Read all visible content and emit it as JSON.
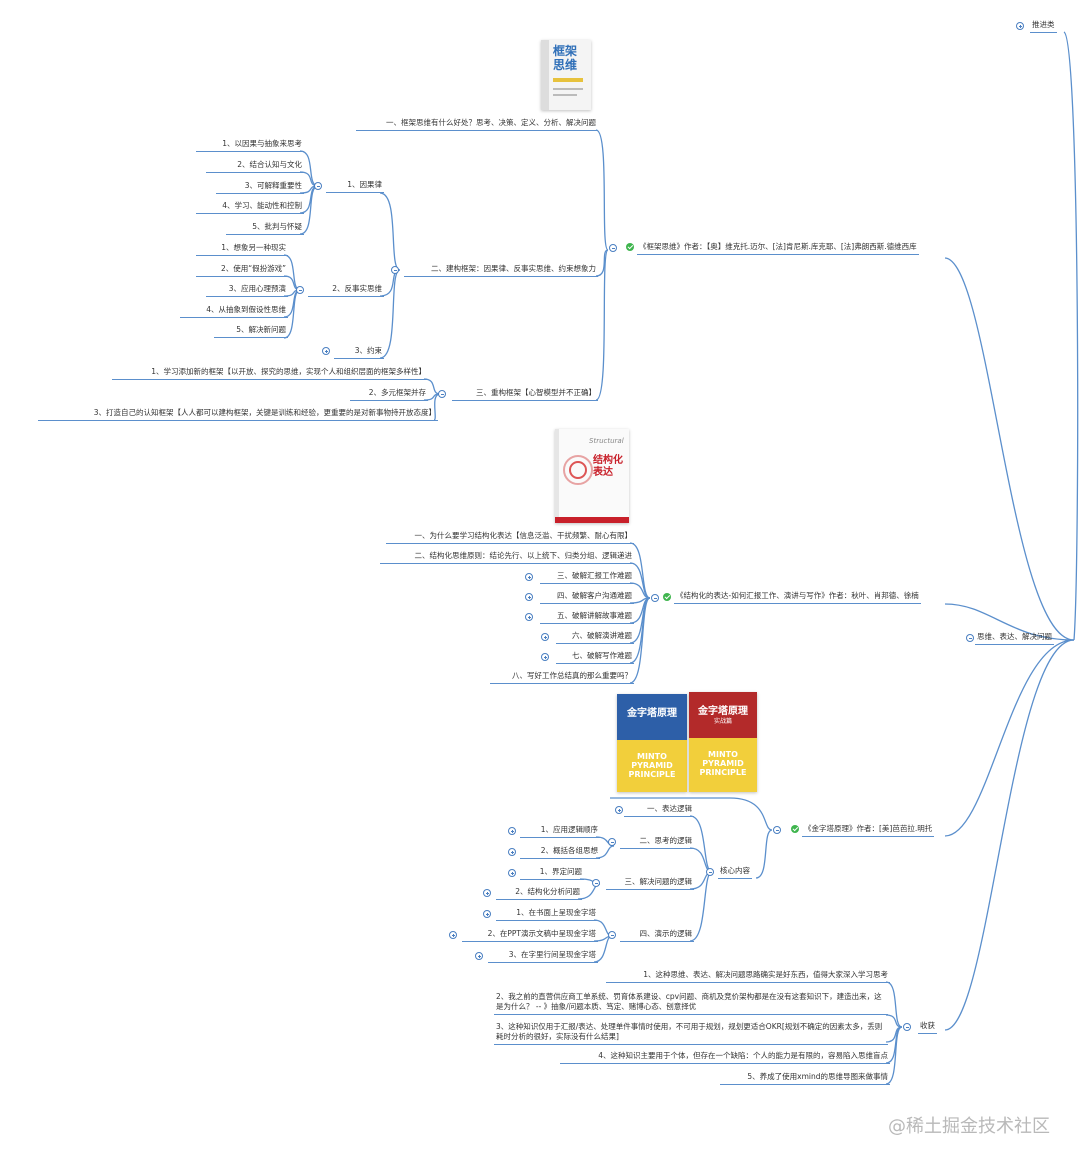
{
  "central": {
    "label": "思维、表达、解决问题"
  },
  "top_node": {
    "label": "推进类"
  },
  "book1": {
    "title": "《框架思维》作者：【奥】维克托.迈尔、[法]肯尼斯.库克耶、[法]弗朗西斯.德维西库",
    "cover_title": "框架\n思维",
    "cover_color": "#2f6fb8",
    "q1": "一、框架思维有什么好处？思考、决策、定义、分析、解决问题",
    "q2": "二、建构框架：因果律、反事实思维、约束想象力",
    "q2_1": "1、因果律",
    "q2_1_items": [
      "1、以因果与抽象来思考",
      "2、结合认知与文化",
      "3、可解释重要性",
      "4、学习、能动性和控制",
      "5、批判与怀疑"
    ],
    "q2_2": "2、反事实思维",
    "q2_2_items": [
      "1、想象另一种现实",
      "2、使用“假扮游戏”",
      "3、应用心理预演",
      "4、从抽象到假设性思维",
      "5、解决新问题"
    ],
    "q2_3": "3、约束",
    "q3": "三、重构框架【心智模型并不正确】",
    "q3_items": [
      "1、学习添加新的框架【以开放、探究的思维，实现个人和组织层面的框架多样性】",
      "2、多元框架并存",
      "3、打造自己的认知框架【人人都可以建构框架，关键是训练和经验，更重要的是对新事物持开放态度】"
    ]
  },
  "book2": {
    "title": "《结构化的表达-如何汇报工作、演讲与写作》作者：秋叶、肖邦德、徐楠",
    "cover_title": "结构化\n表达",
    "cover_sub": "Structural",
    "cover_color": "#c8202a",
    "items": [
      "一、为什么要学习结构化表达【信息泛滥、干扰频繁、耐心有限】",
      "二、结构化思维原则：结论先行、以上统下、归类分组、逻辑递进",
      "三、破解汇报工作难题",
      "四、破解客户沟通难题",
      "五、破解讲解故事难题",
      "六、破解演讲难题",
      "七、破解写作难题",
      "八、写好工作总结真的那么重要吗？"
    ]
  },
  "book3": {
    "title": "《金字塔原理》作者：[美]芭芭拉.明托",
    "cover_left": "金字塔原理",
    "cover_right": "金字塔原理",
    "cover_right_sub": "实战篇",
    "cover_en": "MINTO\nPYRAMID\nPRINCIPLE",
    "cover_color_left": "#2d5fa8",
    "cover_color_right": "#b32a2a",
    "core": "核心内容",
    "c1": "一、表达逻辑",
    "c2": "二、思考的逻辑",
    "c2_items": [
      "1、应用逻辑顺序",
      "2、概括各组思想"
    ],
    "c3": "三、解决问题的逻辑",
    "c3_items": [
      "1、界定问题",
      "2、结构化分析问题"
    ],
    "c4": "四、演示的逻辑",
    "c4_items": [
      "1、在书面上呈现金字塔",
      "2、在PPT演示文稿中呈现金字塔",
      "3、在字里行间呈现金字塔"
    ]
  },
  "harvest": {
    "label": "收获",
    "items": [
      "1、这种思维、表达、解决问题思路确实是好东西，值得大家深入学习思考",
      "2、我之前的直营供应商工单系统、罚育体系建设、cpv问题、商机及竞价架构都是在没有这套知识下，建造出来，这是为什么？ -- 》抽象/问题本质、笃定、赌博心态、刨意择优",
      "3、这种知识仅用于汇报/表达、处理单件事情时使用，不可用于规划，规划更适合OKR[规划不确定的因素太多，丢则耗时分析的很好，实际没有什么结果]",
      "4、这种知识主要用于个体，但存在一个缺陷：个人的能力是有限的，容易陷入思维盲点",
      "5、养成了使用xmind的思维导图来做事情"
    ]
  },
  "watermark": "@稀土掘金技术社区",
  "colors": {
    "line": "#5b8fcc",
    "toggle": "#4a7fc1",
    "check": "#3fb54e"
  }
}
